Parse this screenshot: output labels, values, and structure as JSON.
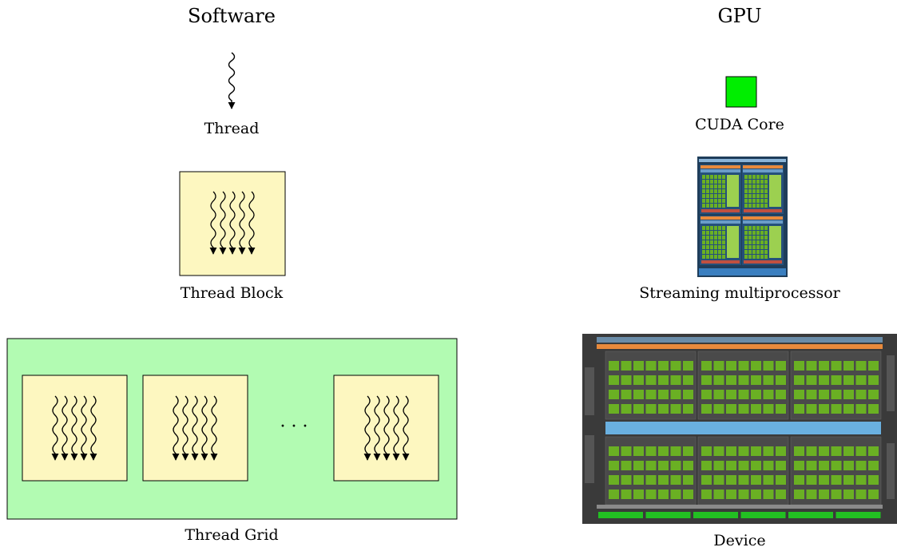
{
  "headers": {
    "software": "Software",
    "gpu": "GPU"
  },
  "software": {
    "thread": "Thread",
    "thread_block": "Thread Block",
    "thread_grid": "Thread Grid",
    "ellipsis": "· · ·"
  },
  "gpu": {
    "cuda_core": "CUDA Core",
    "sm": "Streaming multiprocessor",
    "device": "Device"
  },
  "colors": {
    "block_fill": "#fdf7c0",
    "grid_fill": "#b2fbb2",
    "cuda_core": "#00ee00",
    "die_bg": "#3a3a3a",
    "sm_green": "#6ab023",
    "l2_cache": "#6ab0e0",
    "orange_bar": "#e88a3c"
  },
  "icons": [
    "thread-arrow-icon",
    "cuda-core-icon",
    "sm-die-icon",
    "gpu-die-icon"
  ]
}
